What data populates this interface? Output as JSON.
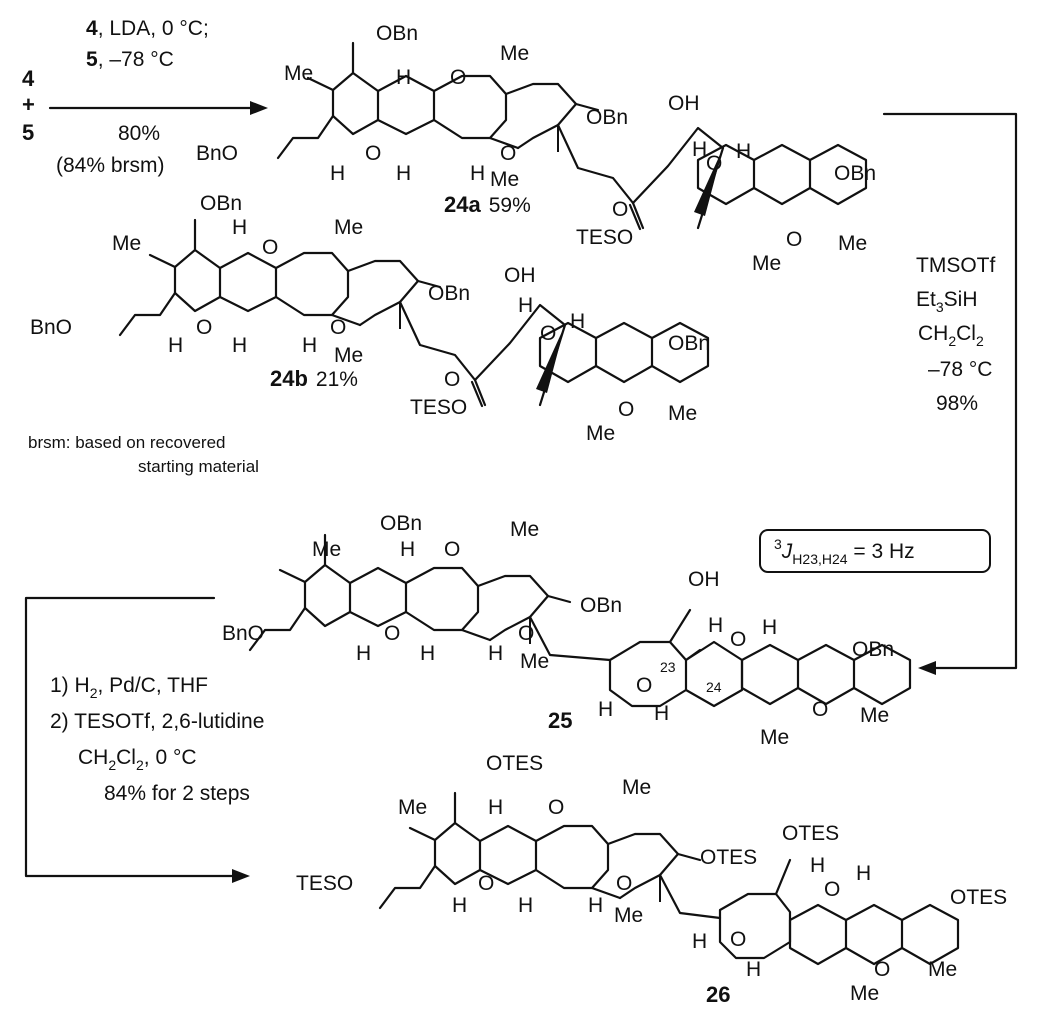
{
  "reactants": {
    "a": "4",
    "plus": "+",
    "b": "5"
  },
  "step1": {
    "line1_bold": "4",
    "line1_rest": ", LDA,  0 °C;",
    "line2_bold": "5",
    "line2_rest": ", –78 °C",
    "yield": "80%",
    "brsm": "(84% brsm)"
  },
  "compounds": {
    "c24a": {
      "label": "24a",
      "yield": "59%"
    },
    "c24b": {
      "label": "24b",
      "yield": "21%"
    },
    "c25": {
      "label": "25",
      "num23": "23",
      "num24": "24"
    },
    "c26": {
      "label": "26"
    }
  },
  "note": {
    "line1": "brsm: based on recovered",
    "line2": "starting material"
  },
  "step2": {
    "r1": "TMSOTf",
    "r2_a": "Et",
    "r2_sub": "3",
    "r2_b": "SiH",
    "r3_a": "CH",
    "r3_sub1": "2",
    "r3_b": "Cl",
    "r3_sub2": "2",
    "r4": "–78 °C",
    "r5": "98%"
  },
  "coupling": {
    "sup": "3",
    "J": "J",
    "sub": "H23,H24",
    "rest": " = 3 Hz"
  },
  "step3": {
    "l1_a": "1) H",
    "l1_sub": "2",
    "l1_b": ", Pd/C, THF",
    "l2": "2) TESOTf, 2,6-lutidine",
    "l3_a": "CH",
    "l3_sub1": "2",
    "l3_b": "Cl",
    "l3_sub2": "2",
    "l3_c": ", 0 °C",
    "l4": "84% for 2 steps"
  },
  "atoms": {
    "OBn": "OBn",
    "BnO": "BnO",
    "Me": "Me",
    "H": "H",
    "O": "O",
    "OH": "OH",
    "TESO": "TESO",
    "OTES": "OTES"
  }
}
